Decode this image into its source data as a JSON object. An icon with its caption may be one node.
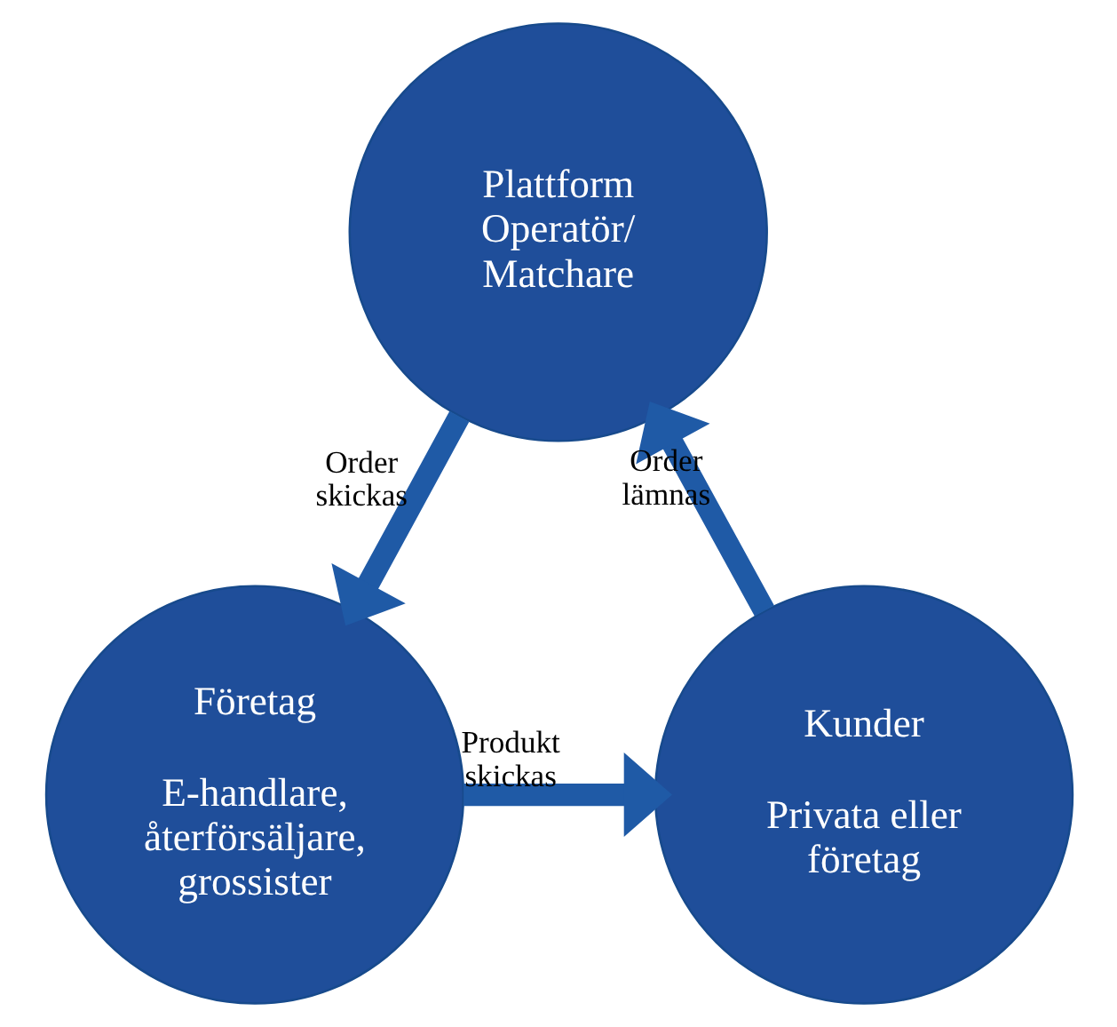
{
  "diagram": {
    "nodes": [
      {
        "text": [
          "Plattform Operatör/ Matchare"
        ]
      },
      {
        "text": [
          "Företag",
          "E-handlare, återförsäljare, grossister"
        ]
      },
      {
        "text": [
          "Kunder",
          "Privata eller företag"
        ]
      }
    ],
    "edges": [
      {
        "from": 0,
        "to": 1,
        "arrow": "to",
        "label": "Order skickas"
      },
      {
        "from": 1,
        "to": 2,
        "arrow": "to",
        "label": "Produkt skickas"
      },
      {
        "from": 2,
        "to": 0,
        "arrow": "to",
        "label": "Order lämnas"
      }
    ]
  }
}
